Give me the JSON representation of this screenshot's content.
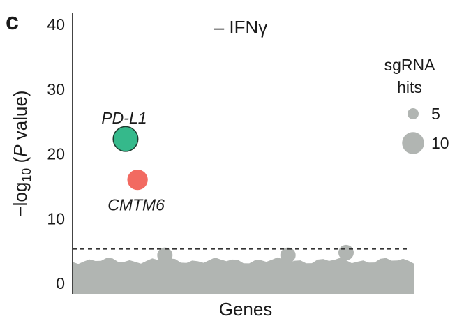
{
  "panel_label": "c",
  "chart_data": {
    "type": "scatter",
    "title": "– IFNγ",
    "xlabel": "Genes",
    "ylabel": "−log10 (P value)",
    "ylim": [
      0,
      40
    ],
    "yticks": [
      0,
      10,
      20,
      30,
      40
    ],
    "grid": false,
    "threshold": 5.3,
    "background": {
      "label": "",
      "color": "#b1b5b2",
      "approx_level": 3.5,
      "bumps": [
        {
          "x": 0.27,
          "y": 5.0
        },
        {
          "x": 0.63,
          "y": 5.0
        },
        {
          "x": 0.8,
          "y": 5.4
        }
      ]
    },
    "points": [
      {
        "label": "PD-L1",
        "x": 0.155,
        "y": 22.3,
        "hits": 10,
        "color": "#35b98b"
      },
      {
        "label": "CMTM6",
        "x": 0.19,
        "y": 16.0,
        "hits": 8,
        "color": "#f26a61"
      }
    ],
    "size_legend": {
      "title_line1": "sgRNA",
      "title_line2": "hits",
      "entries": [
        {
          "label": "5",
          "hits": 5
        },
        {
          "label": "10",
          "hits": 10
        }
      ],
      "color": "#b1b5b2",
      "placement": "right"
    }
  }
}
